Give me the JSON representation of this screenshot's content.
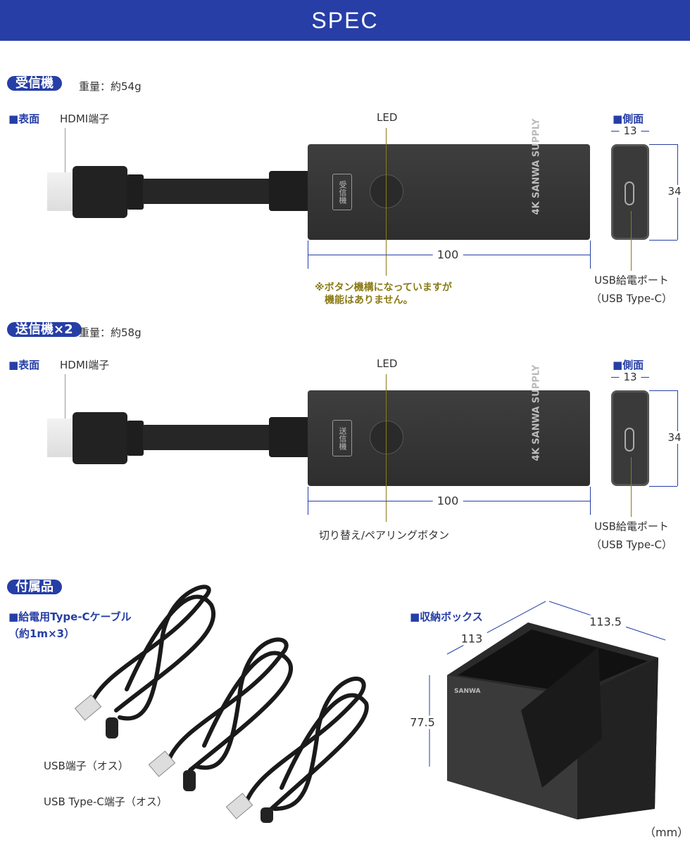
{
  "header": {
    "title": "SPEC"
  },
  "receiver": {
    "badge": "受信機",
    "weight": "重量：約54g",
    "front_label": "■表面",
    "hdmi": "HDMI端子",
    "led": "LED",
    "side_label": "■側面",
    "device_text": "受信機",
    "logo": "4K SANWA SUPPLY",
    "width": "100",
    "side_width": "13",
    "height": "34",
    "note_line1": "※ボタン機構になっていますが",
    "note_line2": "機能はありません。",
    "usb_port": "USB給電ポート",
    "usb_type": "（USB Type-C）"
  },
  "transmitter": {
    "badge": "送信機×2",
    "weight": "重量：約58g",
    "front_label": "■表面",
    "hdmi": "HDMI端子",
    "led": "LED",
    "side_label": "■側面",
    "device_text": "送信機",
    "logo": "4K SANWA SUPPLY",
    "width": "100",
    "side_width": "13",
    "height": "34",
    "button": "切り替え/ペアリングボタン",
    "usb_port": "USB給電ポート",
    "usb_type": "（USB Type-C）"
  },
  "accessories": {
    "badge": "付属品",
    "cable_label": "■給電用Type-Cケーブル",
    "cable_qty": "（約1m×3）",
    "usb_a": "USB端子（オス）",
    "usb_c": "USB Type-C端子（オス）",
    "box_label": "■収納ボックス",
    "box_depth": "113",
    "box_width": "113.5",
    "box_height": "77.5",
    "box_logo": "SANWA",
    "unit": "（mm）"
  }
}
